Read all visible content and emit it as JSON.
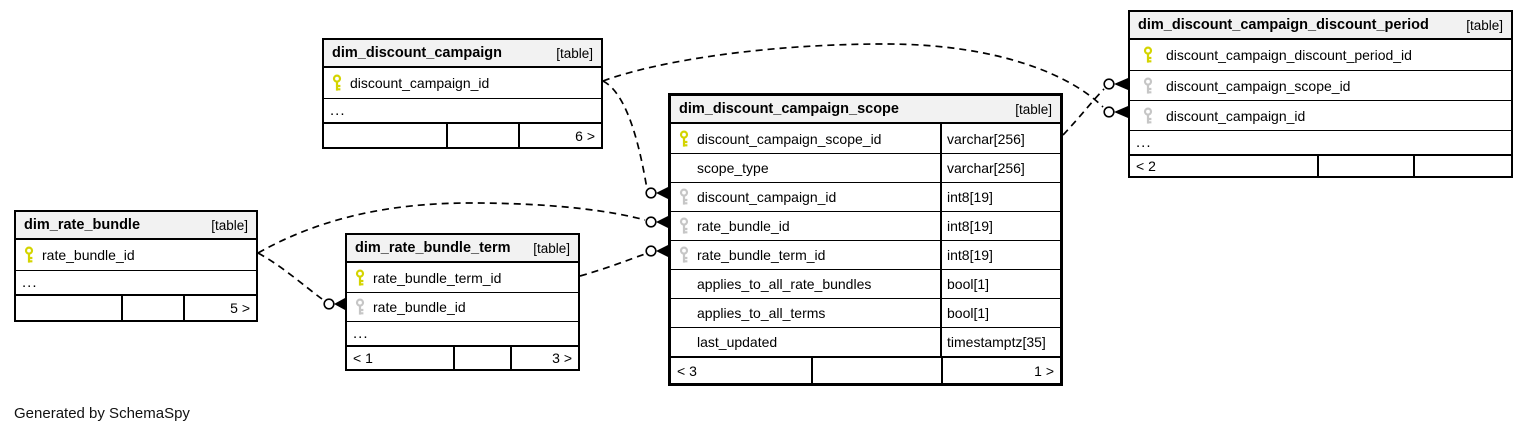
{
  "footer_note": "Generated by SchemaSpy",
  "colors": {
    "pk_key": "#d4d400",
    "fk_key": "#c6c6c6",
    "header_bg": "#f2f2f2",
    "border": "#000000",
    "relationship_line": "#000000"
  },
  "tables": [
    {
      "name": "dim_discount_campaign",
      "badge": "[table]",
      "columns": [
        {
          "key": "pk",
          "name": "discount_campaign_id",
          "type": ""
        }
      ],
      "more": "...",
      "footer": {
        "left": "",
        "center": "",
        "right": "6 >"
      }
    },
    {
      "name": "dim_rate_bundle",
      "badge": "[table]",
      "columns": [
        {
          "key": "pk",
          "name": "rate_bundle_id",
          "type": ""
        }
      ],
      "more": "...",
      "footer": {
        "left": "",
        "center": "",
        "right": "5 >"
      }
    },
    {
      "name": "dim_rate_bundle_term",
      "badge": "[table]",
      "columns": [
        {
          "key": "pk",
          "name": "rate_bundle_term_id",
          "type": ""
        },
        {
          "key": "fk",
          "name": "rate_bundle_id",
          "type": ""
        }
      ],
      "more": "...",
      "footer": {
        "left": "< 1",
        "center": "",
        "right": "3 >"
      }
    },
    {
      "name": "dim_discount_campaign_scope",
      "badge": "[table]",
      "columns": [
        {
          "key": "pk",
          "name": "discount_campaign_scope_id",
          "type": "varchar[256]"
        },
        {
          "key": "",
          "name": "scope_type",
          "type": "varchar[256]"
        },
        {
          "key": "fk",
          "name": "discount_campaign_id",
          "type": "int8[19]"
        },
        {
          "key": "fk",
          "name": "rate_bundle_id",
          "type": "int8[19]"
        },
        {
          "key": "fk",
          "name": "rate_bundle_term_id",
          "type": "int8[19]"
        },
        {
          "key": "",
          "name": "applies_to_all_rate_bundles",
          "type": "bool[1]"
        },
        {
          "key": "",
          "name": "applies_to_all_terms",
          "type": "bool[1]"
        },
        {
          "key": "",
          "name": "last_updated",
          "type": "timestamptz[35]"
        }
      ],
      "more": "",
      "footer": {
        "left": "< 3",
        "center": "",
        "right": "1 >"
      }
    },
    {
      "name": "dim_discount_campaign_discount_period",
      "badge": "[table]",
      "columns": [
        {
          "key": "pk",
          "name": "discount_campaign_discount_period_id",
          "type": ""
        },
        {
          "key": "fk",
          "name": "discount_campaign_scope_id",
          "type": ""
        },
        {
          "key": "fk",
          "name": "discount_campaign_id",
          "type": ""
        }
      ],
      "more": "...",
      "footer": {
        "left": "< 2",
        "center": "",
        "right": ""
      }
    }
  ],
  "relationships": [
    {
      "from": "dim_discount_campaign.discount_campaign_id",
      "to": "dim_discount_campaign_scope.discount_campaign_id"
    },
    {
      "from": "dim_discount_campaign.discount_campaign_id",
      "to": "dim_discount_campaign_discount_period.discount_campaign_id"
    },
    {
      "from": "dim_discount_campaign_scope.discount_campaign_scope_id",
      "to": "dim_discount_campaign_discount_period.discount_campaign_scope_id"
    },
    {
      "from": "dim_rate_bundle.rate_bundle_id",
      "to": "dim_discount_campaign_scope.rate_bundle_id"
    },
    {
      "from": "dim_rate_bundle.rate_bundle_id",
      "to": "dim_rate_bundle_term.rate_bundle_id"
    },
    {
      "from": "dim_rate_bundle_term.rate_bundle_term_id",
      "to": "dim_discount_campaign_scope.rate_bundle_term_id"
    }
  ]
}
